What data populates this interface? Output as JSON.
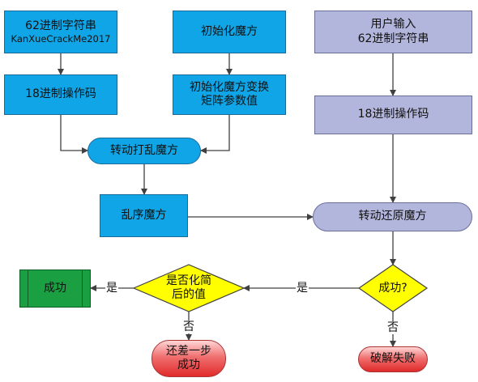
{
  "nodes": {
    "input62_line1": "62进制字符串",
    "input62_line2": "KanXueCrackMe2017",
    "init_cube": "初始化魔方",
    "user_input_line1": "用户输入",
    "user_input_line2": "62进制字符串",
    "opcode18_left": "18进制操作码",
    "init_matrix_line1": "初始化魔方变换",
    "init_matrix_line2": "矩阵参数值",
    "opcode18_right": "18进制操作码",
    "scramble": "转动打乱魔方",
    "scrambled_cube": "乱序魔方",
    "restore": "转动还原魔方",
    "success_check": "成功?",
    "simplified_check_line1": "是否化简",
    "simplified_check_line2": "后的值",
    "success_final": "成功",
    "one_step_line1": "还差一步",
    "one_step_line2": "成功",
    "crack_fail": "破解失败"
  },
  "edges": {
    "yes_to_simplified": "是",
    "yes_to_success": "是",
    "no_to_one_step": "否",
    "no_to_fail": "否"
  },
  "colors": {
    "blue": "#0fa5e6",
    "purple": "#b3b6dc",
    "decision": "#ffff00",
    "success": "#1aa042",
    "fail": "#e02a2a"
  }
}
